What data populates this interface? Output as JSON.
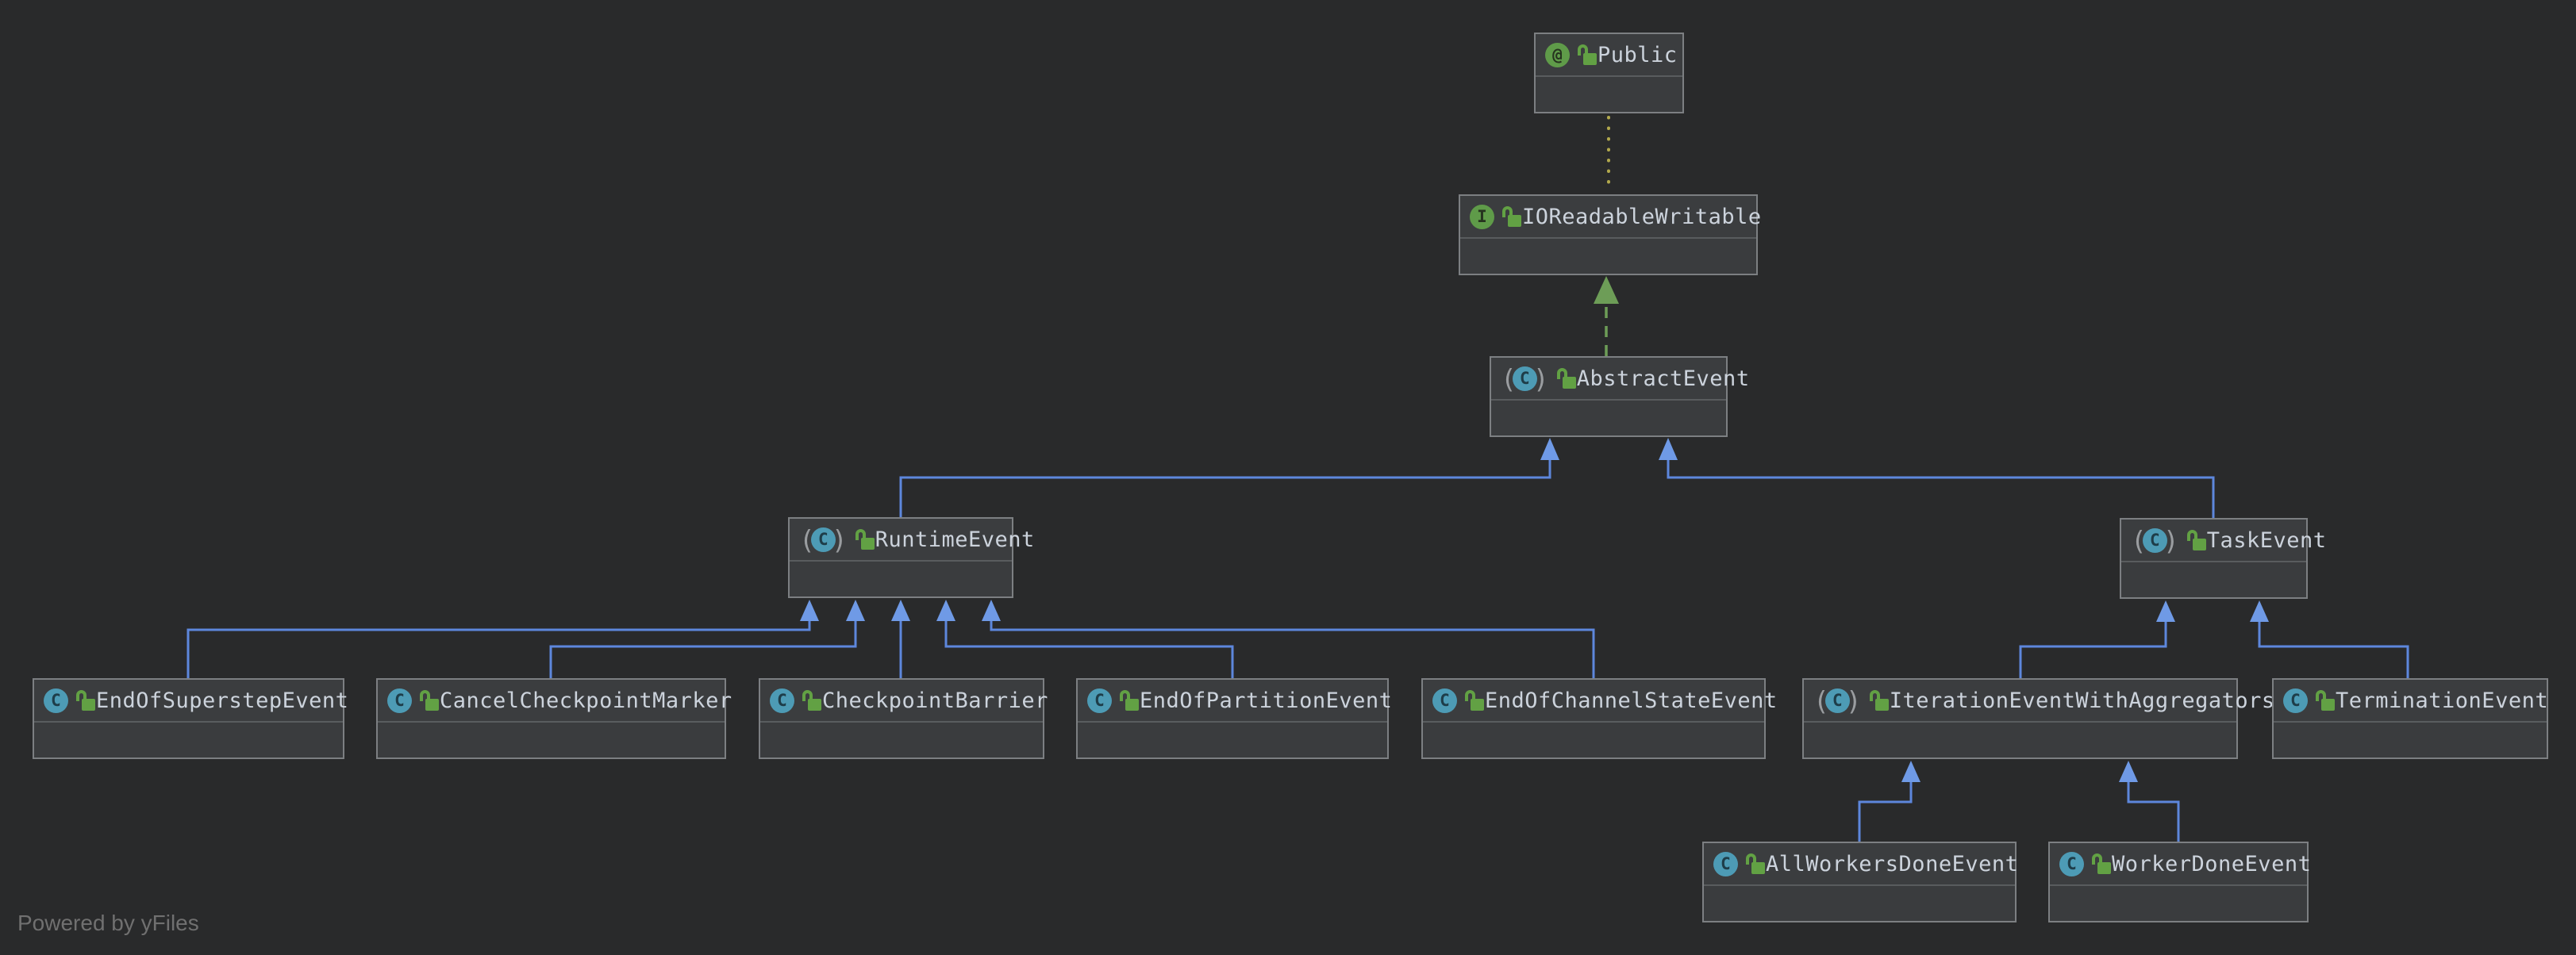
{
  "diagram": {
    "tool_footer": "Powered by yFiles",
    "nodes": [
      {
        "id": "Public",
        "label": "Public",
        "kind": "annotation",
        "icon_glyph": "@",
        "visibility": "public-unlocked"
      },
      {
        "id": "IOReadableWritable",
        "label": "IOReadableWritable",
        "kind": "interface",
        "icon_glyph": "I",
        "visibility": "public-unlocked"
      },
      {
        "id": "AbstractEvent",
        "label": "AbstractEvent",
        "kind": "abstract-class",
        "icon_glyph": "C",
        "visibility": "public-unlocked"
      },
      {
        "id": "RuntimeEvent",
        "label": "RuntimeEvent",
        "kind": "abstract-class",
        "icon_glyph": "C",
        "visibility": "public-unlocked"
      },
      {
        "id": "TaskEvent",
        "label": "TaskEvent",
        "kind": "abstract-class",
        "icon_glyph": "C",
        "visibility": "public-unlocked"
      },
      {
        "id": "EndOfSuperstepEvent",
        "label": "EndOfSuperstepEvent",
        "kind": "class",
        "icon_glyph": "C",
        "visibility": "public-unlocked"
      },
      {
        "id": "CancelCheckpointMarker",
        "label": "CancelCheckpointMarker",
        "kind": "class",
        "icon_glyph": "C",
        "visibility": "public-unlocked"
      },
      {
        "id": "CheckpointBarrier",
        "label": "CheckpointBarrier",
        "kind": "class",
        "icon_glyph": "C",
        "visibility": "public-unlocked"
      },
      {
        "id": "EndOfPartitionEvent",
        "label": "EndOfPartitionEvent",
        "kind": "class",
        "icon_glyph": "C",
        "visibility": "public-unlocked"
      },
      {
        "id": "EndOfChannelStateEvent",
        "label": "EndOfChannelStateEvent",
        "kind": "class",
        "icon_glyph": "C",
        "visibility": "public-unlocked"
      },
      {
        "id": "IterationEventWithAggregators",
        "label": "IterationEventWithAggregators",
        "kind": "abstract-class",
        "icon_glyph": "C",
        "visibility": "public-unlocked"
      },
      {
        "id": "TerminationEvent",
        "label": "TerminationEvent",
        "kind": "class",
        "icon_glyph": "C",
        "visibility": "public-unlocked"
      },
      {
        "id": "AllWorkersDoneEvent",
        "label": "AllWorkersDoneEvent",
        "kind": "class",
        "icon_glyph": "C",
        "visibility": "public-unlocked"
      },
      {
        "id": "WorkerDoneEvent",
        "label": "WorkerDoneEvent",
        "kind": "class",
        "icon_glyph": "C",
        "visibility": "public-unlocked"
      }
    ],
    "edges": [
      {
        "from": "IOReadableWritable",
        "to": "Public",
        "type": "annotation"
      },
      {
        "from": "AbstractEvent",
        "to": "IOReadableWritable",
        "type": "implements"
      },
      {
        "from": "RuntimeEvent",
        "to": "AbstractEvent",
        "type": "extends"
      },
      {
        "from": "TaskEvent",
        "to": "AbstractEvent",
        "type": "extends"
      },
      {
        "from": "EndOfSuperstepEvent",
        "to": "RuntimeEvent",
        "type": "extends"
      },
      {
        "from": "CancelCheckpointMarker",
        "to": "RuntimeEvent",
        "type": "extends"
      },
      {
        "from": "CheckpointBarrier",
        "to": "RuntimeEvent",
        "type": "extends"
      },
      {
        "from": "EndOfPartitionEvent",
        "to": "RuntimeEvent",
        "type": "extends"
      },
      {
        "from": "EndOfChannelStateEvent",
        "to": "RuntimeEvent",
        "type": "extends"
      },
      {
        "from": "IterationEventWithAggregators",
        "to": "TaskEvent",
        "type": "extends"
      },
      {
        "from": "TerminationEvent",
        "to": "TaskEvent",
        "type": "extends"
      },
      {
        "from": "AllWorkersDoneEvent",
        "to": "IterationEventWithAggregators",
        "type": "extends"
      },
      {
        "from": "WorkerDoneEvent",
        "to": "IterationEventWithAggregators",
        "type": "extends"
      }
    ],
    "colors": {
      "background": "#292a2b",
      "node_fill": "#3b3d3f",
      "node_border": "#7c7f82",
      "title_text": "#ccd3dc",
      "extends_edge_blue": "#5d87dc",
      "implements_edge_green": "#6d9d57",
      "annotation_edge_yellow": "#b2a94d",
      "class_icon_teal": "#4d9bb5",
      "interface_icon_green": "#5f9b49",
      "unlocked_icon_green": "#62a144"
    }
  }
}
